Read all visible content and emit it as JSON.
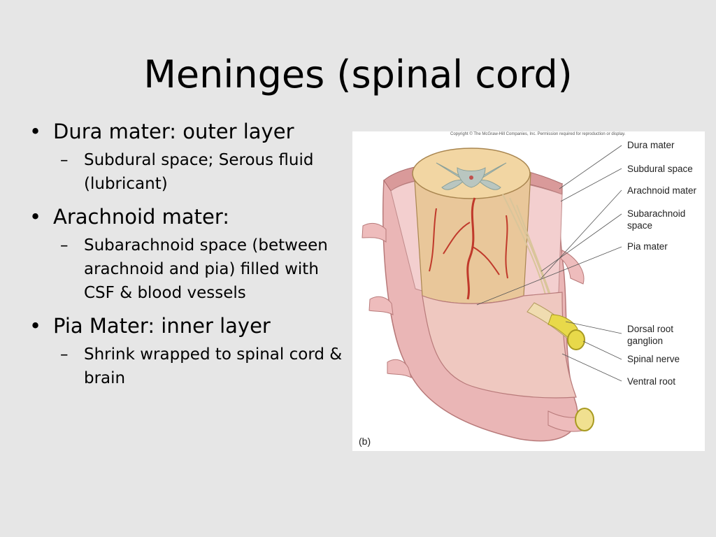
{
  "title": "Meninges (spinal cord)",
  "bullets": [
    {
      "label": "Dura mater: outer layer",
      "subs": [
        "Subdural space; Serous fluid (lubricant)"
      ]
    },
    {
      "label": "Arachnoid mater:",
      "subs": [
        "Subarachnoid space (between arachnoid and pia) filled with CSF & blood vessels"
      ]
    },
    {
      "label": "Pia Mater: inner layer",
      "subs": [
        "Shrink wrapped to spinal cord & brain"
      ]
    }
  ],
  "figure": {
    "copyright": "Copyright © The McGraw-Hill Companies, Inc. Permission required for reproduction or display.",
    "labels": {
      "dura_mater": "Dura mater",
      "subdural_space": "Subdural space",
      "arachnoid_mater": "Arachnoid mater",
      "subarachnoid_space_line1": "Subarachnoid",
      "subarachnoid_space_line2": "space",
      "pia_mater": "Pia mater",
      "dorsal_root_ganglion_line1": "Dorsal root",
      "dorsal_root_ganglion_line2": "ganglion",
      "spinal_nerve": "Spinal nerve",
      "ventral_root": "Ventral root"
    },
    "panel_letter": "(b)"
  }
}
